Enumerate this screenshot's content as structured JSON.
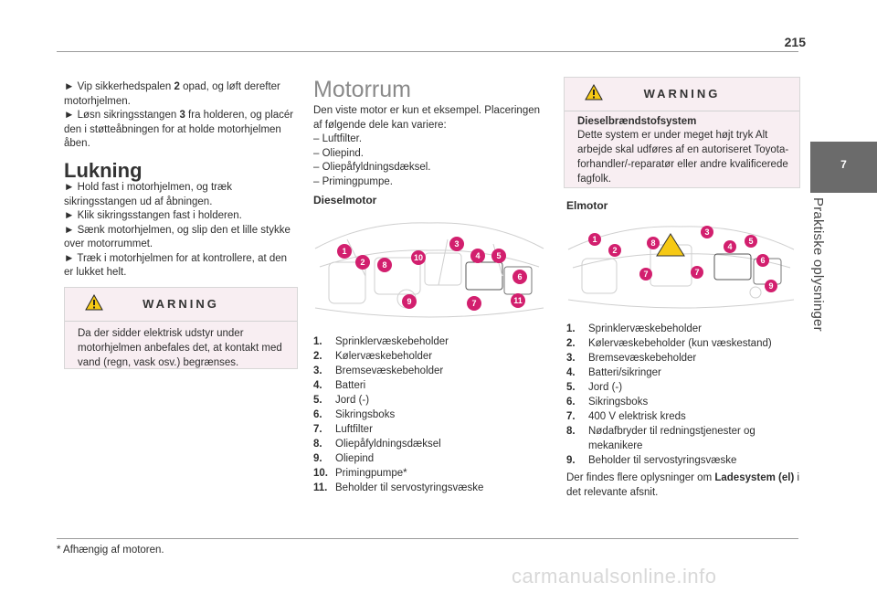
{
  "page_number": "215",
  "side_tab": {
    "number": "7",
    "title": "Praktiske oplysninger"
  },
  "col1": {
    "intro": [
      {
        "pre": "► Vip sikkerhedspalen ",
        "bold": "2",
        "post": " opad, og løft derefter motorhjelmen."
      },
      {
        "pre": "► Løsn sikringsstangen ",
        "bold": "3",
        "post": " fra holderen, og placér den i støtteåbningen for at holde motorhjelmen åben."
      }
    ],
    "heading": "Lukning",
    "steps": [
      "► Hold fast i motorhjelmen, og træk sikringsstangen ud af åbningen.",
      "► Klik sikringsstangen fast i holderen.",
      "► Sænk motorhjelmen, og slip den et lille stykke over motorrummet.",
      "► Træk i motorhjelmen for at kontrollere, at den er lukket helt."
    ],
    "warning": {
      "title": "WARNING",
      "text": "Da der sidder elektrisk udstyr under motorhjelmen anbefales det, at kontakt med vand (regn, vask osv.) begrænses."
    }
  },
  "col2": {
    "heading": "Motorrum",
    "intro": "Den viste motor er kun et eksempel. Placeringen af følgende dele kan variere:",
    "bullets": [
      "– Luftfilter.",
      "– Oliepind.",
      "– Oliepåfyldningsdæksel.",
      "– Primingpumpe."
    ],
    "subheading": "Dieselmotor",
    "items": [
      {
        "n": "1.",
        "t": "Sprinklervæskebeholder"
      },
      {
        "n": "2.",
        "t": "Kølervæskebeholder"
      },
      {
        "n": "3.",
        "t": "Bremsevæskebeholder"
      },
      {
        "n": "4.",
        "t": "Batteri"
      },
      {
        "n": "5.",
        "t": "Jord (-)"
      },
      {
        "n": "6.",
        "t": "Sikringsboks"
      },
      {
        "n": "7.",
        "t": "Luftfilter"
      },
      {
        "n": "8.",
        "t": "Oliepåfyldningsdæksel"
      },
      {
        "n": "9.",
        "t": "Oliepind"
      },
      {
        "n": "10.",
        "t": "Primingpumpe*"
      },
      {
        "n": "11.",
        "t": "Beholder til servostyringsvæske"
      }
    ],
    "diagram_markers": [
      "1",
      "2",
      "8",
      "10",
      "3",
      "4",
      "5",
      "6",
      "9",
      "7",
      "11"
    ]
  },
  "col3": {
    "warning": {
      "title": "WARNING",
      "subtitle": "Dieselbrændstofsystem",
      "text": "Dette system er under meget højt tryk Alt arbejde skal udføres af en autoriseret Toyota-forhandler/-reparatør eller andre kvalificerede fagfolk."
    },
    "subheading": "Elmotor",
    "items": [
      {
        "n": "1.",
        "t": "Sprinklervæskebeholder"
      },
      {
        "n": "2.",
        "t": "Kølervæskebeholder (kun væskestand)"
      },
      {
        "n": "3.",
        "t": "Bremsevæskebeholder"
      },
      {
        "n": "4.",
        "t": "Batteri/sikringer"
      },
      {
        "n": "5.",
        "t": "Jord (-)"
      },
      {
        "n": "6.",
        "t": "Sikringsboks"
      },
      {
        "n": "7.",
        "t": "400 V elektrisk kreds"
      },
      {
        "n": "8.",
        "t": "Nødafbryder til redningstjenester og mekanikere"
      },
      {
        "n": "9.",
        "t": "Beholder til servostyringsvæske"
      }
    ],
    "diagram_markers": [
      "1",
      "2",
      "8",
      "3",
      "4",
      "5",
      "6",
      "7",
      "7",
      "9"
    ],
    "outro_pre": "Der findes flere oplysninger om ",
    "outro_bold": "Ladesystem (el)",
    "outro_post": " i det relevante afsnit."
  },
  "footnote": "* Afhængig af motoren.",
  "watermark": "carmanualsonline.info",
  "colors": {
    "marker": "#d21f6e",
    "warning_bg": "#f8eef2",
    "tab": "#6b6b6b"
  }
}
